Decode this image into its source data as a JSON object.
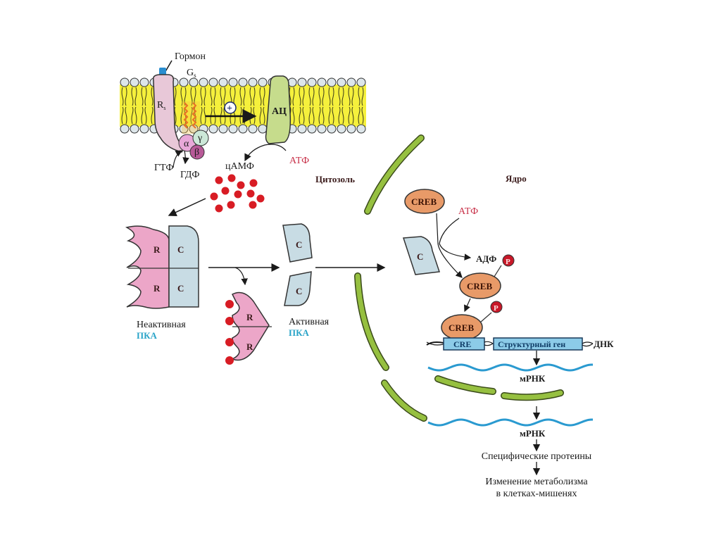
{
  "diagram": {
    "title": "cAMP / PKA / CREB signaling pathway",
    "membrane": {
      "hormone_label": "Гормон",
      "gs_label": "G",
      "gs_subscript": "s",
      "receptor_label": "R",
      "receptor_subscript": "s",
      "alpha_label": "α",
      "beta_label": "β",
      "gamma_label": "γ",
      "stimulation_symbol": "+",
      "adenylyl_cyclase_label": "АЦ",
      "gtp_label": "ГТФ",
      "gdp_label": "ГДФ",
      "camp_label": "цАМФ",
      "atp_label": "АТФ"
    },
    "compartments": {
      "cytosol_label": "Цитозоль",
      "nucleus_label": "Ядро"
    },
    "pka": {
      "r_label": "R",
      "c_label": "C",
      "inactive_label": "Неактивная",
      "inactive_pka": "ПКА",
      "active_label": "Активная",
      "active_pka": "ПКА"
    },
    "nucleus": {
      "creb_label": "CREB",
      "atp_label": "АТФ",
      "adp_label": "АДФ",
      "phosphate_label": "P",
      "c_label": "C",
      "cre_label": "CRE",
      "structural_gene_label": "Структурный ген",
      "dna_label": "ДНК",
      "mrna_label_1": "мРНК",
      "mrna_label_2": "мРНК"
    },
    "outcomes": {
      "specific_proteins": "Специфические протеины",
      "metabolism_line1": "Изменение метаболизма",
      "metabolism_line2": "в клетках-мишенях"
    },
    "colors": {
      "membrane_yellow": "#f5f03c",
      "lipid_head": "#dde6ea",
      "receptor_pink": "#e8c8d8",
      "adenylyl_cyclase_green": "#c6dc8c",
      "camp_red": "#d81c24",
      "r_subunit_pink": "#eca6c8",
      "c_subunit_blue": "#c8dce4",
      "nuclear_envelope_green": "#96c040",
      "creb_orange": "#e89a68",
      "mrna_blue": "#2a9ad0",
      "gene_box_blue": "#8ccbe8",
      "atp_red": "#c8324a",
      "pka_blue": "#2aa4c8"
    }
  }
}
